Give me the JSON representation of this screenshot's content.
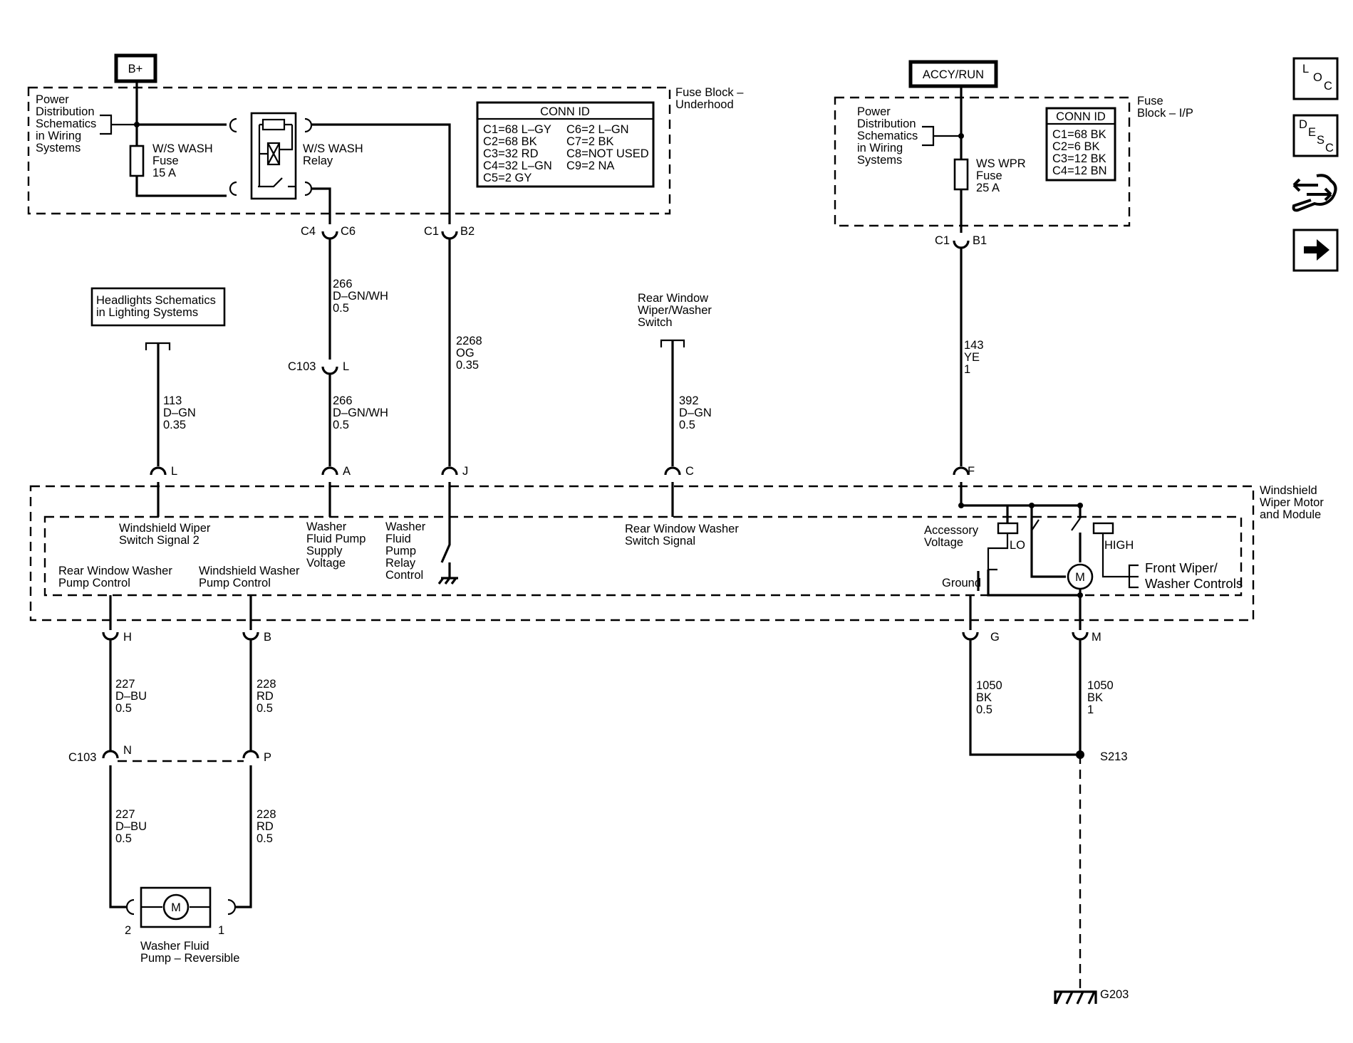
{
  "power": {
    "b_plus": "B+",
    "accy_run": "ACCY/RUN"
  },
  "fuse_block_underhood": {
    "title": [
      "Fuse Block –",
      "Underhood"
    ],
    "power_dist": [
      "Power",
      "Distribution",
      "Schematics",
      "in Wiring",
      "Systems"
    ],
    "fuse": [
      "W/S WASH",
      "Fuse",
      "15 A"
    ],
    "relay": [
      "W/S WASH",
      "Relay"
    ],
    "conn_title": "CONN ID",
    "conn_left": [
      "C1=68 L–GY",
      "C2=68 BK",
      "C3=32 RD",
      "C4=32 L–GN",
      "C5=2 GY"
    ],
    "conn_right": [
      "C6=2 L–GN",
      "C7=2 BK",
      "C8=NOT USED",
      "C9=2 NA"
    ]
  },
  "fuse_block_ip": {
    "title": [
      "Fuse",
      "Block – I/P"
    ],
    "power_dist": [
      "Power",
      "Distribution",
      "Schematics",
      "in Wiring",
      "Systems"
    ],
    "fuse": [
      "WS WPR",
      "Fuse",
      "25 A"
    ],
    "conn_title": "CONN ID",
    "conn": [
      "C1=68 BK",
      "C2=6 BK",
      "C3=12 BK",
      "C4=12 BN"
    ]
  },
  "connectors": {
    "c4": "C4",
    "c6": "C6",
    "c1a": "C1",
    "b2": "B2",
    "c1b": "C1",
    "b1": "B1",
    "c103a": "C103",
    "l_inline": "L",
    "c103b": "C103",
    "n": "N",
    "p": "P",
    "pin_l": "L",
    "pin_a": "A",
    "pin_j": "J",
    "pin_c": "C",
    "pin_f": "F",
    "pin_h": "H",
    "pin_b": "B",
    "pin_g": "G",
    "pin_m": "M",
    "pump_2": "2",
    "pump_1": "1"
  },
  "wires": {
    "w113": [
      "113",
      "D–GN",
      "0.35"
    ],
    "w266a": [
      "266",
      "D–GN/WH",
      "0.5"
    ],
    "w266b": [
      "266",
      "D–GN/WH",
      "0.5"
    ],
    "w2268": [
      "2268",
      "OG",
      "0.35"
    ],
    "w392": [
      "392",
      "D–GN",
      "0.5"
    ],
    "w143": [
      "143",
      "YE",
      "1"
    ],
    "w227a": [
      "227",
      "D–BU",
      "0.5"
    ],
    "w228a": [
      "228",
      "RD",
      "0.5"
    ],
    "w227b": [
      "227",
      "D–BU",
      "0.5"
    ],
    "w228b": [
      "228",
      "RD",
      "0.5"
    ],
    "w1050a": [
      "1050",
      "BK",
      "0.5"
    ],
    "w1050b": [
      "1050",
      "BK",
      "1"
    ]
  },
  "refs": {
    "headlights": [
      "Headlights Schematics",
      "in Lighting Systems"
    ],
    "rear_switch": [
      "Rear Window",
      "Wiper/Washer",
      "Switch"
    ]
  },
  "module": {
    "title": [
      "Windshield",
      "Wiper Motor",
      "and Module"
    ],
    "ws_wiper_signal": [
      "Windshield Wiper",
      "Switch Signal 2"
    ],
    "washer_supply": [
      "Washer",
      "Fluid Pump",
      "Supply",
      "Voltage"
    ],
    "washer_relay": [
      "Washer",
      "Fluid",
      "Pump",
      "Relay",
      "Control"
    ],
    "rear_washer_signal": [
      "Rear Window Washer",
      "Switch Signal"
    ],
    "accessory": [
      "Accessory",
      "Voltage"
    ],
    "ground": "Ground",
    "lo": "LO",
    "high": "HIGH",
    "motor": "M",
    "front_controls": [
      "Front Wiper/",
      "Washer Controls"
    ],
    "rear_pump_ctrl": [
      "Rear Window Washer",
      "Pump Control"
    ],
    "ws_pump_ctrl": [
      "Windshield Washer",
      "Pump Control"
    ]
  },
  "pump": {
    "motor": "M",
    "label": [
      "Washer Fluid",
      "Pump – Reversible"
    ]
  },
  "ground": {
    "splice": "S213",
    "ground": "G203"
  },
  "nav": {
    "loc": [
      "L",
      "O",
      "C"
    ],
    "desc": [
      "D",
      "E",
      "S",
      "C"
    ]
  }
}
